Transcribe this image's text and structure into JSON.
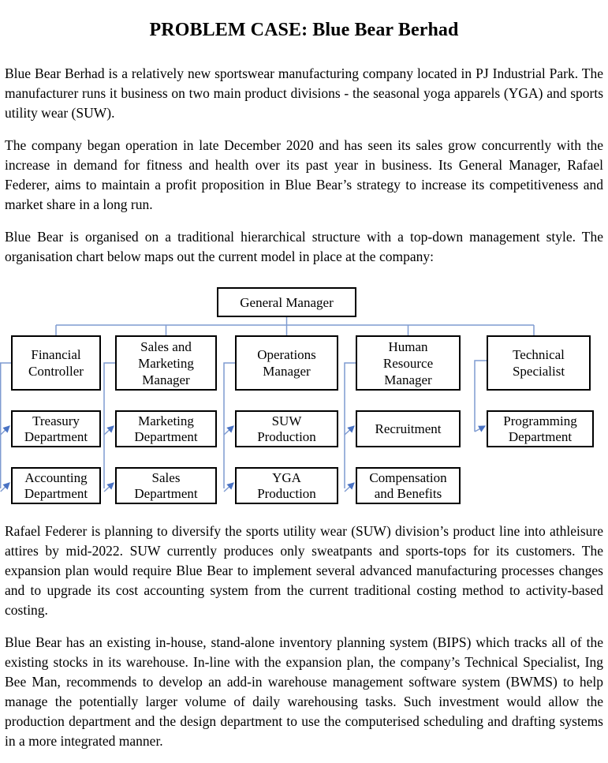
{
  "document": {
    "title": "PROBLEM CASE: Blue Bear Berhad",
    "paragraphs": [
      "Blue Bear Berhad is a relatively new sportswear manufacturing company located in PJ Industrial Park. The manufacturer runs it business on two main product divisions - the seasonal yoga apparels (YGA) and sports utility wear (SUW).",
      "The company began operation in late December 2020 and has seen its sales grow concurrently with the increase in demand for fitness and health over its past year in business. Its General Manager, Rafael Federer, aims to maintain a profit proposition in Blue Bear’s strategy to increase its competitiveness and market share in a long run.",
      "Blue Bear is organised on a traditional hierarchical structure with a top-down management style. The organisation chart below maps out the current model in place at the company:",
      "Rafael Federer is planning to diversify the sports utility wear (SUW) division’s product line into athleisure attires by mid-2022. SUW currently produces only sweatpants and sports-tops for its customers. The expansion plan would require Blue Bear to implement several advanced manufacturing processes changes and to upgrade its cost accounting system from the current traditional costing method to activity-based costing.",
      "Blue Bear has an existing in-house, stand-alone inventory planning system (BIPS) which tracks all of the existing stocks in its warehouse. In-line with the expansion plan, the company’s Technical Specialist, Ing Bee Man, recommends to develop an add-in warehouse management software system (BWMS) to help manage the potentially larger volume of daily warehousing tasks. Such investment would allow the production department and the design department to use the computerised scheduling and drafting systems in a more integrated manner."
    ]
  },
  "org_chart": {
    "root": "General Manager",
    "managers": [
      "Financial\nController",
      "Sales and\nMarketing\nManager",
      "Operations\nManager",
      "Human\nResource\nManager",
      "Technical\nSpecialist"
    ],
    "departments_row1": [
      "Treasury\nDepartment",
      "Marketing\nDepartment",
      "SUW\nProduction",
      "Recruitment",
      "Programming\nDepartment"
    ],
    "departments_row2": [
      "Accounting\nDepartment",
      "Sales\nDepartment",
      "YGA\nProduction",
      "Compensation\nand Benefits"
    ]
  },
  "theme": {
    "connector_line": "#7f9bd1",
    "connector_arrow": "#4a73c4",
    "box_border": "#000000",
    "text_color": "#000000",
    "background": "#ffffff"
  }
}
